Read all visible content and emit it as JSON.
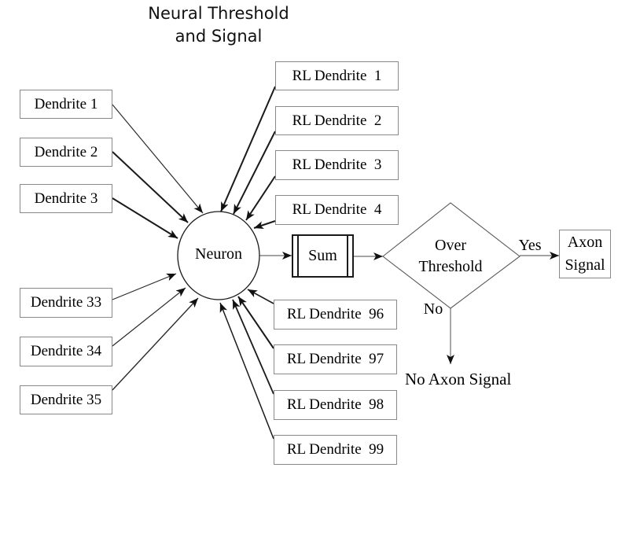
{
  "title": {
    "line1": "Neural Threshold",
    "line2": "and Signal"
  },
  "neuron": {
    "label": "Neuron"
  },
  "sum": {
    "label": "Sum"
  },
  "decision": {
    "line1": "Over",
    "line2": "Threshold"
  },
  "axon": {
    "line1": "Axon",
    "line2": "Signal"
  },
  "labels": {
    "yes": "Yes",
    "no": "No",
    "no_axon": "No Axon Signal"
  },
  "left_dendrites": [
    "Dendrite 1",
    "Dendrite 2",
    "Dendrite 3",
    "Dendrite 33",
    "Dendrite 34",
    "Dendrite 35"
  ],
  "rl_dendrites_top": [
    "RL Dendrite  1",
    "RL Dendrite  2",
    "RL Dendrite  3",
    "RL Dendrite  4"
  ],
  "rl_dendrites_bottom": [
    "RL Dendrite  96",
    "RL Dendrite  97",
    "RL Dendrite  98",
    "RL Dendrite  99"
  ],
  "colors": {
    "line": "#1a1a1a",
    "connector": "#6e6e6e",
    "box_border": "#8a8a8a",
    "background": "#ffffff",
    "text": "#000000"
  }
}
